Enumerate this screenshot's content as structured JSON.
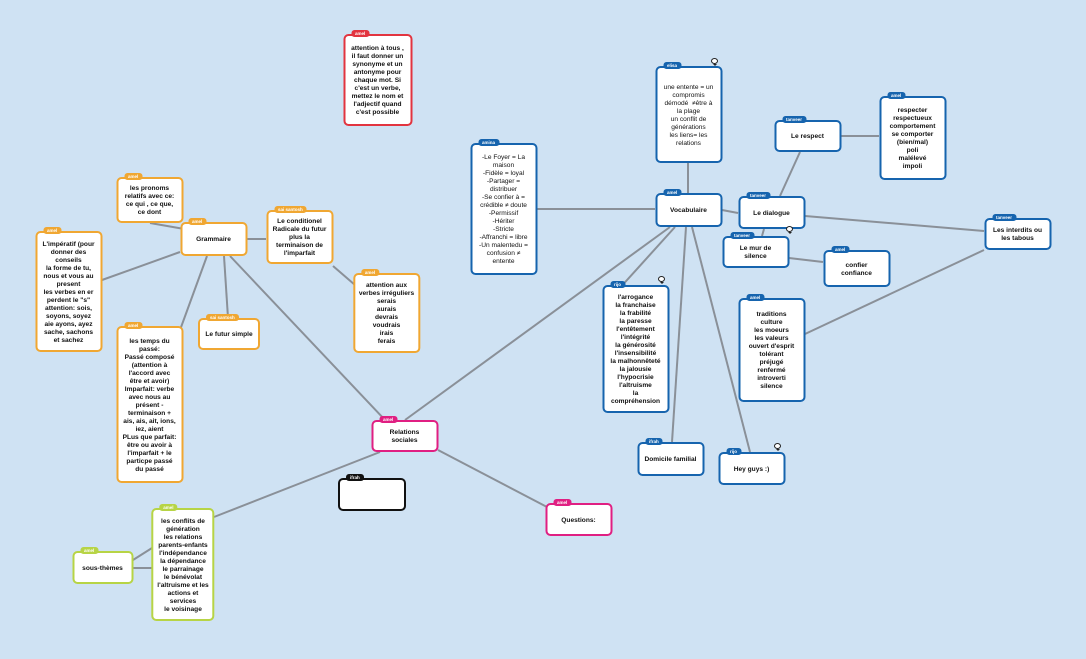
{
  "colors": {
    "background": "#cfe2f3",
    "orange": "#f0a732",
    "blue": "#1664ae",
    "pink": "#e01f82",
    "green": "#b7d445",
    "red": "#e2343f",
    "black": "#111111",
    "link": "#8a9098"
  },
  "nodes": [
    {
      "id": "note",
      "author": "amel",
      "color": "red",
      "text": "attention à tous ,\nil faut donner un\nsynonyme et un\nantonyme pour\nchaque mot. Si\nc'est un verbe,\nmettez le nom et\nl'adjectif quand\nc'est possible"
    },
    {
      "id": "grammaire",
      "author": "amel",
      "color": "orange",
      "text": "Grammaire"
    },
    {
      "id": "pronoms",
      "author": "amel",
      "color": "orange",
      "text": "les pronoms\nrelatifs avec ce:\nce qui , ce que,\nce dont"
    },
    {
      "id": "imperatif",
      "author": "amel",
      "color": "orange",
      "text": "L'impératif (pour\ndonner des\nconseils\nla forme de tu,\nnous et vous au\npresent\nles verbes en er\nperdent le \"s\"\nattention: sois,\nsoyons, soyez\naie ayons, ayez\nsache, sachons\net sachez"
    },
    {
      "id": "conditionnel",
      "author": "sai santosh",
      "color": "orange",
      "text": "Le conditionel\nRadicale du futur\nplus la\nterminaison de\nl'imparfait"
    },
    {
      "id": "futur",
      "author": "sai santosh",
      "color": "orange",
      "text": "Le futur simple"
    },
    {
      "id": "passe",
      "author": "amel",
      "color": "orange",
      "text": "les temps du\npassé:\nPassé composé\n(attention à\nl'accord avec\nêtre et avoir)\nImparfait: verbe\navec nous au\nprésent -\nterminaison +\nais, ais, ait, ions,\niez, aient\nPLus que parfait:\nêtre ou avoir à\nl'imparfait + le\nparticpe passé\ndu passé"
    },
    {
      "id": "irreguliers",
      "author": "amel",
      "color": "orange",
      "text": "attention aux\nverbes irréguliers\nserais\naurais\ndevrais\nvoudrais\nirais\nferais"
    },
    {
      "id": "relations",
      "author": "amel",
      "color": "pink",
      "text": "Relations\nsociales"
    },
    {
      "id": "empty",
      "author": "ifrah",
      "color": "black",
      "text": ""
    },
    {
      "id": "questions",
      "author": "amel",
      "color": "pink",
      "text": "Questions:"
    },
    {
      "id": "sousthemes",
      "author": "amel",
      "color": "green",
      "text": "sous-thèmes"
    },
    {
      "id": "conflits",
      "author": "amel",
      "color": "green",
      "text": "les conflits de\ngénération\nles relations\nparents-enfants\nl'indépendance\nla dépendance\nle parrainage\nle bénévolat\nl'altruisme et les\nactions et\nservices\nle voisinage"
    },
    {
      "id": "amina",
      "author": "amina",
      "color": "blue",
      "light": true,
      "text": "-Le Foyer = La\nmaison\n-Fidèle = loyal\n-Partager =\ndistribuer\n-Se confier à =\ncrédible ≠ doute\n-Permissif\n-Hériter\n-Stricte\n-Affranchi = libre\n-Un malentedu =\nconfusion ≠\nentente"
    },
    {
      "id": "elisa",
      "author": "elisa",
      "color": "blue",
      "light": true,
      "text": "une entente = un\ncompromis\ndémodé  ≠être à\nla plage\nun conflit de\ngénérations\nles liens= les\nrelations"
    },
    {
      "id": "vocabulaire",
      "author": "amel",
      "color": "blue",
      "text": "Vocabulaire"
    },
    {
      "id": "respect",
      "author": "tanveer",
      "color": "blue",
      "text": "Le respect"
    },
    {
      "id": "respecter",
      "author": "amel",
      "color": "blue",
      "text": "respecter\nrespectueux\ncomportement\nse comporter\n(bien/mal)\npoli\nmalélevé\nimpoli"
    },
    {
      "id": "dialogue",
      "author": "tanveer",
      "color": "blue",
      "text": "Le dialogue"
    },
    {
      "id": "mur",
      "author": "tanveer",
      "color": "blue",
      "text": "Le mur de\nsilence"
    },
    {
      "id": "confier",
      "author": "amel",
      "color": "blue",
      "text": "confier\nconfiance"
    },
    {
      "id": "interdits",
      "author": "tanveer",
      "color": "blue",
      "text": "Les interdits ou\nles tabous"
    },
    {
      "id": "traditions",
      "author": "amel",
      "color": "blue",
      "text": "traditions\nculture\nles moeurs\nles valeurs\nouvert d'esprit\ntolérant\npréjugé\nrenfermé\nintroverti\nsilence"
    },
    {
      "id": "qualites",
      "author": "rijo",
      "color": "blue",
      "text": "l'arrogance\nla franchaise\nla frabilité\nla paresse\nl'entêtement\nl'intégrité\nla générosité\nl'insensibilité\nla malhonnêteté\nla jalousie\nl'hypocrisie\nl'altruisme\nla\ncompréhension"
    },
    {
      "id": "domicile",
      "author": "ifrah",
      "color": "blue",
      "text": "Domicile familial"
    },
    {
      "id": "heyguys",
      "author": "rijo",
      "color": "blue",
      "text": "Hey guys :)"
    }
  ]
}
